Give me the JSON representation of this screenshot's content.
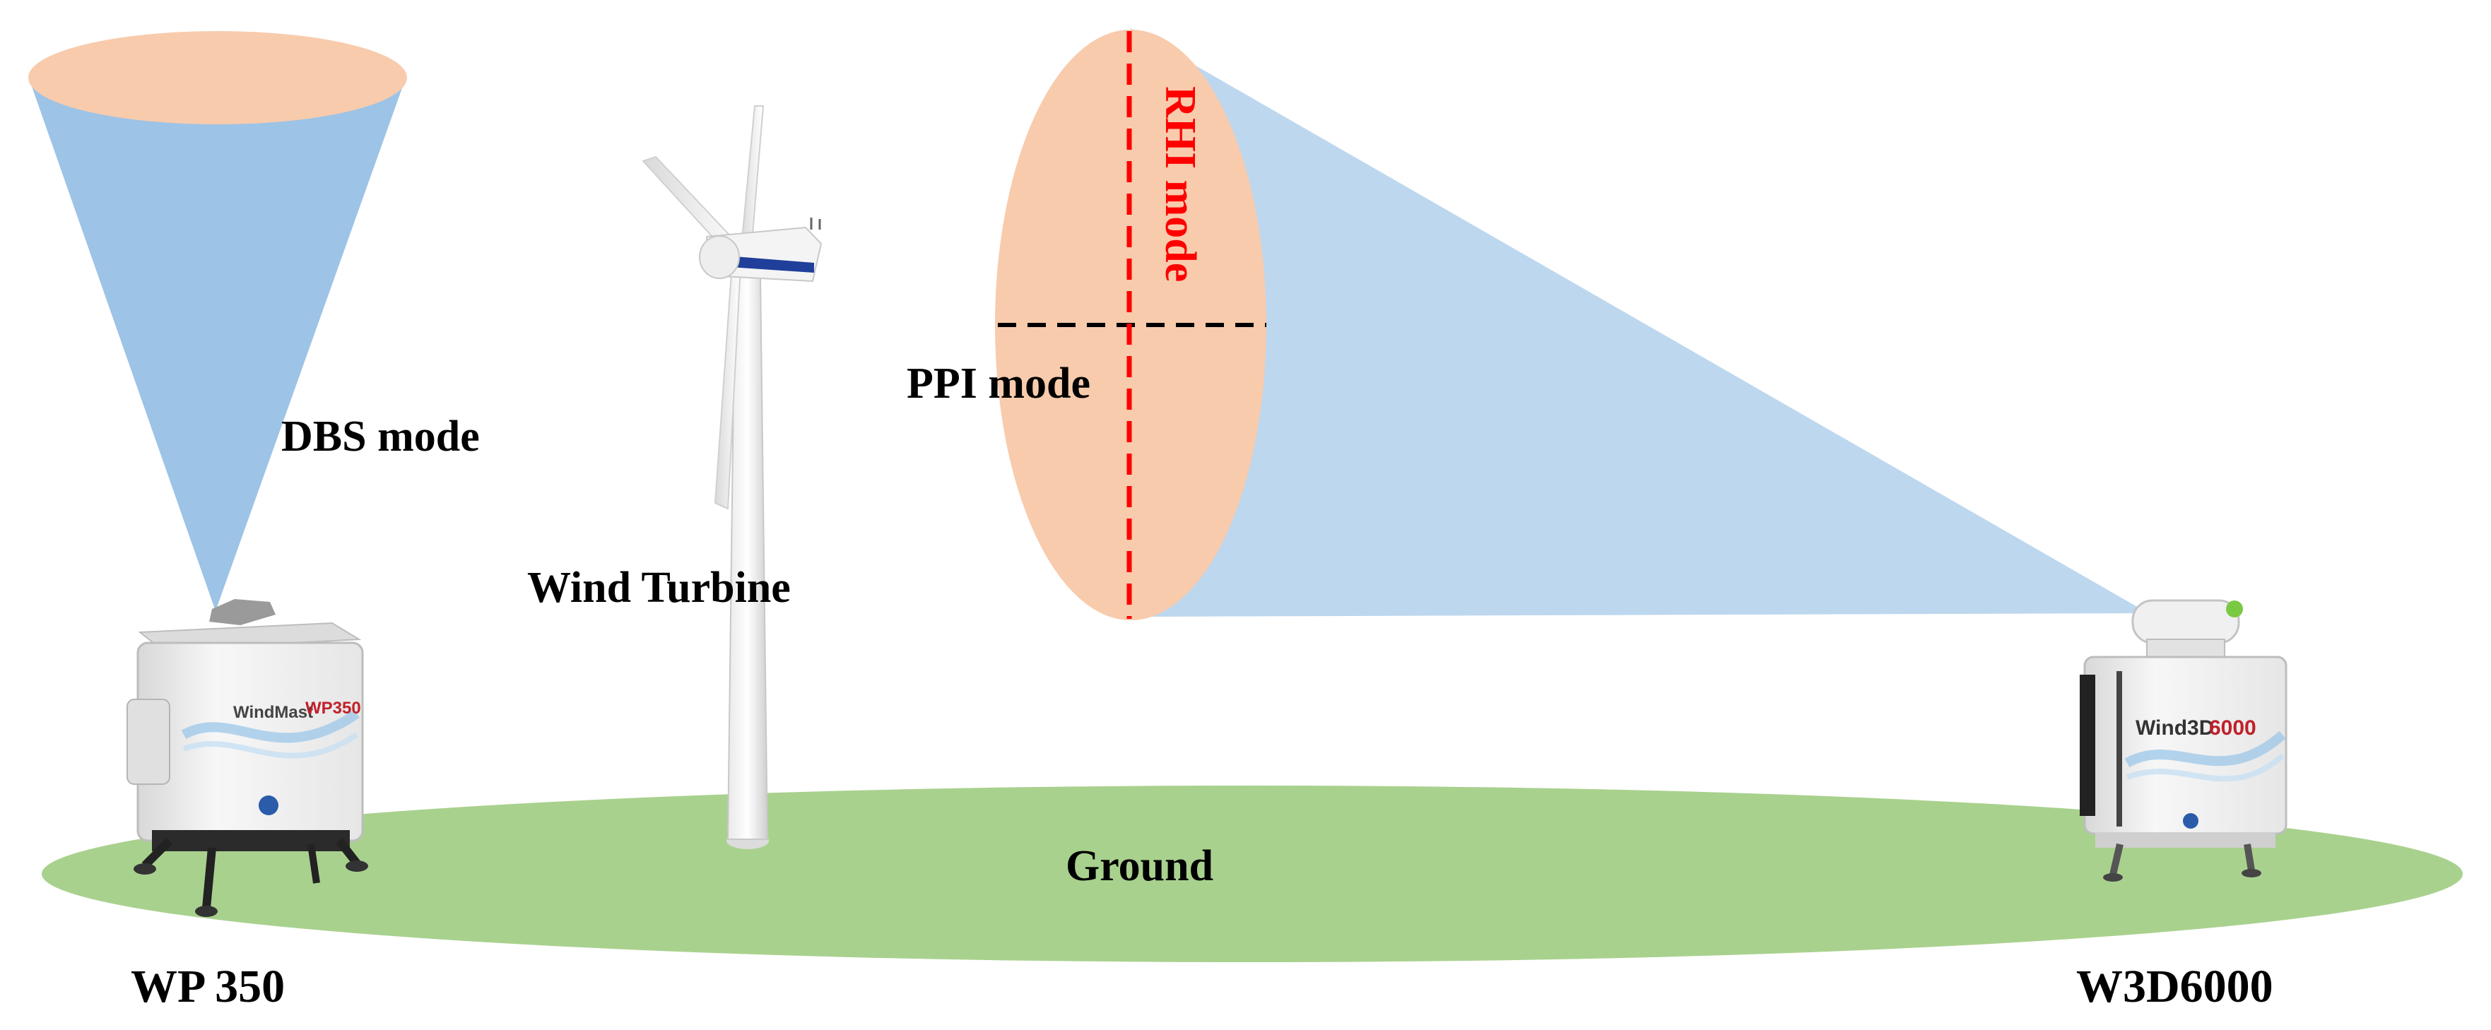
{
  "labels": {
    "dbs_mode": "DBS mode",
    "wind_turbine": "Wind Turbine",
    "ppi_mode": "PPI mode",
    "rhi_mode": "RHI mode",
    "ground": "Ground",
    "wp350": "WP 350",
    "w3d6000": "W3D6000"
  },
  "device_text": {
    "wp350_brand": "WindMast",
    "wp350_model": "WP350",
    "w3d_brand": "Wind3D",
    "w3d_model": "6000"
  },
  "colors": {
    "cone_blue": "#9dc3e6",
    "beam_blue": "#bdd7ee",
    "ellipse_peach": "#f8cbad",
    "ground_green": "#a9d18e",
    "rhi_red": "#ff0000",
    "device_red": "#c0202a",
    "turbine_stripe": "#1f3f9a"
  }
}
